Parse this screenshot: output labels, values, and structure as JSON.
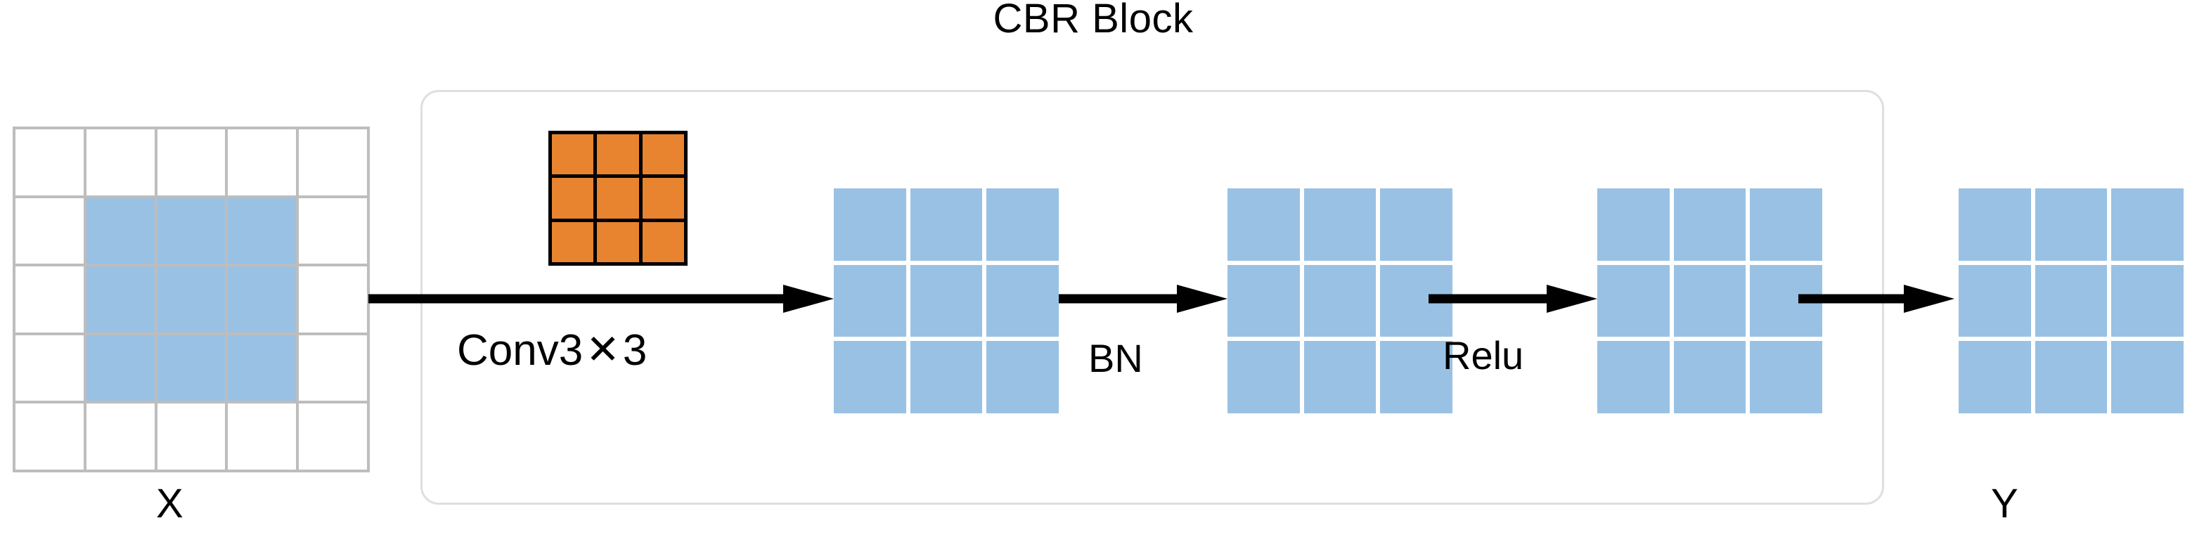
{
  "diagram": {
    "title": "CBR Block",
    "block_title": "CBR Block",
    "type": "neural-network-block-diagram"
  },
  "colors": {
    "feature_map_blue": "#99c1e4",
    "kernel_orange": "#e8832f",
    "grid_border_gray": "#bdbdbd",
    "container_border": "#dcdfe3",
    "arrow_black": "#000000",
    "cell_white": "#ffffff"
  },
  "input": {
    "label": "X",
    "grid_rows": 5,
    "grid_cols": 5,
    "highlighted_region": "center 3x3",
    "highlight_rows": [
      1,
      2,
      3
    ],
    "highlight_cols": [
      1,
      2,
      3
    ]
  },
  "kernel": {
    "label": "Conv3",
    "multiply_symbol": "✕",
    "size_label": "3",
    "full_label": "Conv3✕3",
    "rows": 3,
    "cols": 3
  },
  "stages": [
    {
      "name": "conv-feature-map",
      "rows": 3,
      "cols": 3
    },
    {
      "name": "bn-feature-map",
      "rows": 3,
      "cols": 3
    },
    {
      "name": "relu-feature-map",
      "rows": 3,
      "cols": 3
    }
  ],
  "operations": [
    {
      "id": "conv",
      "label": "Conv3✕3"
    },
    {
      "id": "bn",
      "label": "BN"
    },
    {
      "id": "relu",
      "label": "Relu"
    }
  ],
  "op_labels": {
    "conv_prefix": "Conv3",
    "conv_suffix": "3",
    "bn": "BN",
    "relu": "Relu"
  },
  "output": {
    "label": "Y",
    "grid_rows": 3,
    "grid_cols": 3
  }
}
